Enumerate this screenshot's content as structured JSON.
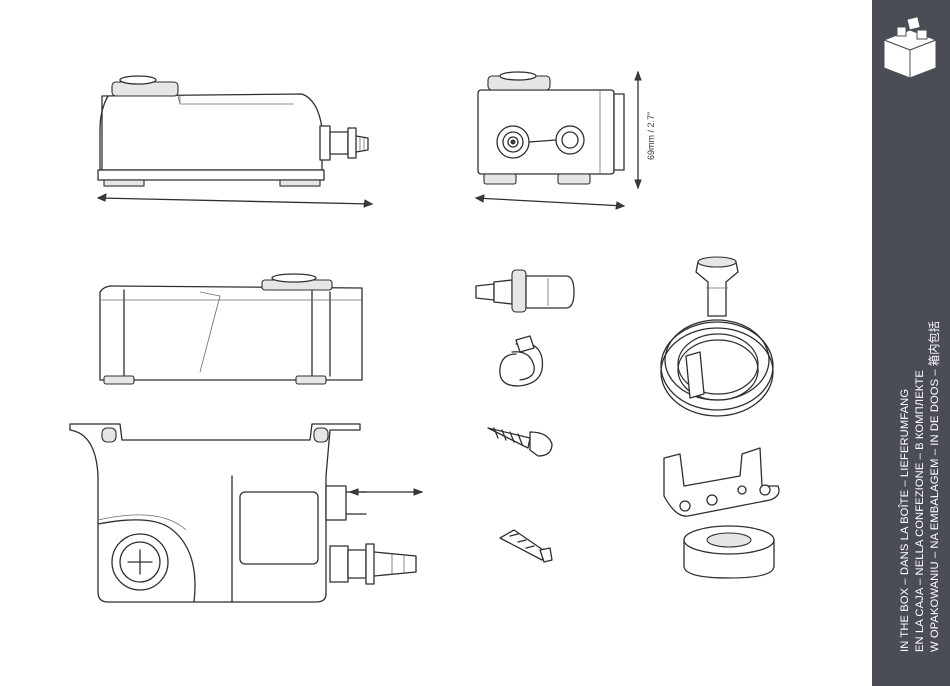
{
  "sidebar": {
    "background": "#4a4c56",
    "icon": "open-box-icon",
    "lines": [
      "IN THE BOX – DANS LA BOÎTE – LIEFERUMFANG",
      "EN LA CAJA – NELLA CONFEZIONE – В КОМПЛЕКТЕ",
      "W OPAKOWANIU – NA EMBALAGEM – IN DE DOOS – 箱内包括"
    ]
  },
  "dimensions": {
    "height_label": "69mm / 2.7”"
  },
  "parts": [
    "pump-side-view",
    "pump-end-view",
    "pump-rear-view",
    "pump-top-view",
    "hose-barb-adapter",
    "hose-clip",
    "screw",
    "wall-plug",
    "drain-connector",
    "tubing-coil",
    "mounting-bracket",
    "foam-ring"
  ]
}
